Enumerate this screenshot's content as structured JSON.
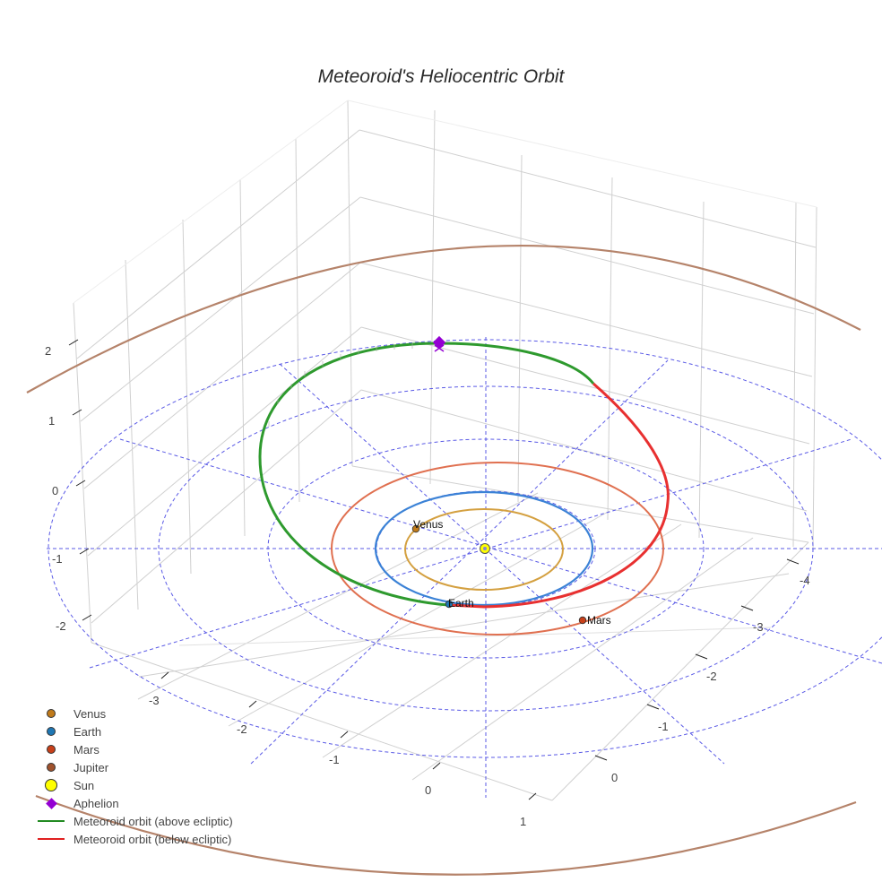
{
  "title": "Meteoroid's Heliocentric Orbit",
  "legend": {
    "items": [
      {
        "label": "Venus",
        "symbol": "circle",
        "color": "#c07a1a"
      },
      {
        "label": "Earth",
        "symbol": "circle",
        "color": "#1f77b4"
      },
      {
        "label": "Mars",
        "symbol": "circle",
        "color": "#c8401a"
      },
      {
        "label": "Jupiter",
        "symbol": "circle",
        "color": "#a0522d"
      },
      {
        "label": "Sun",
        "symbol": "circle-large",
        "color": "#ffff00"
      },
      {
        "label": "Aphelion",
        "symbol": "diamond",
        "color": "#9400d3"
      },
      {
        "label": "Meteoroid orbit (above ecliptic)",
        "symbol": "line",
        "color": "#228b22"
      },
      {
        "label": "Meteoroid orbit (below ecliptic)",
        "symbol": "line",
        "color": "#e02020"
      }
    ]
  },
  "chart_data": {
    "type": "scatter3d",
    "title": "Meteoroid's Heliocentric Orbit",
    "axes": {
      "x": {
        "ticks": [
          "-3",
          "-2",
          "-1",
          "0",
          "1"
        ],
        "range": [
          -3.5,
          1.5
        ]
      },
      "y": {
        "ticks": [
          "0",
          "-1",
          "-2",
          "-3",
          "-4"
        ],
        "range": [
          0.5,
          -4.5
        ]
      },
      "z": {
        "ticks": [
          "2",
          "1",
          "0",
          "-1",
          "-2"
        ],
        "range": [
          -2.5,
          2.5
        ]
      }
    },
    "bodies": [
      {
        "name": "Venus",
        "orbit_radius_au": 0.72,
        "color": "#c07a1a",
        "orbit_color": "#d4a040"
      },
      {
        "name": "Earth",
        "orbit_radius_au": 1.0,
        "color": "#1f77b4",
        "orbit_color": "#3b82d6"
      },
      {
        "name": "Mars",
        "orbit_radius_au": 1.52,
        "color": "#c8401a",
        "orbit_color": "#e07050"
      },
      {
        "name": "Jupiter",
        "orbit_radius_au": 5.2,
        "color": "#a0522d",
        "orbit_color": "#b5836a"
      },
      {
        "name": "Sun",
        "orbit_radius_au": 0,
        "color": "#ffff00"
      }
    ],
    "point_labels": [
      "Venus",
      "Earth",
      "Mars"
    ],
    "aphelion": {
      "label": "Aphelion",
      "color": "#9400d3"
    },
    "series": [
      {
        "name": "Meteoroid orbit (above ecliptic)",
        "color": "#228b22"
      },
      {
        "name": "Meteoroid orbit (below ecliptic)",
        "color": "#e02020"
      }
    ],
    "ecliptic_grid": {
      "style": "dashed",
      "color": "#5050e0",
      "rings": [
        1,
        2,
        3,
        4
      ],
      "spokes": 12
    },
    "legend_position": "bottom-left"
  }
}
